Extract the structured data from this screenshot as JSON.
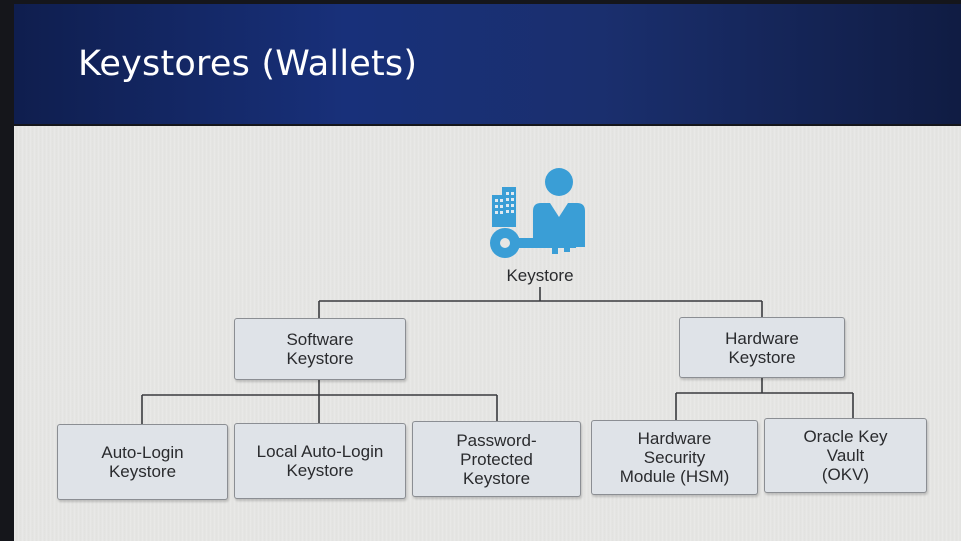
{
  "slide": {
    "title": "Keystores (Wallets)"
  },
  "diagram": {
    "root": {
      "label": "Keystore",
      "icon": "building-person-key-icon"
    },
    "categories": [
      {
        "label": "Software\nKeystore",
        "children": [
          {
            "label": "Auto-Login\nKeystore"
          },
          {
            "label": "Local Auto-Login\nKeystore"
          },
          {
            "label": "Password-\nProtected\nKeystore"
          }
        ]
      },
      {
        "label": "Hardware\nKeystore",
        "children": [
          {
            "label": "Hardware\nSecurity\nModule (HSM)"
          },
          {
            "label": "Oracle Key\nVault\n(OKV)"
          }
        ]
      }
    ]
  },
  "colors": {
    "title_band": "#18307a",
    "icon_blue": "#3a9ed6",
    "node_fill": "#dfe3e8",
    "node_border": "#8b8e93",
    "connector": "#3a3b3f"
  }
}
